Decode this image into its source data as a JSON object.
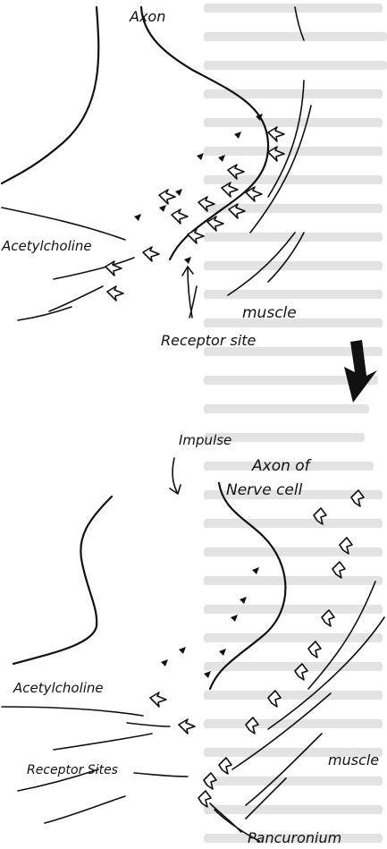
{
  "labels": {
    "axon_top": "Axon",
    "acetylcholine_top": "Acetylcholine",
    "muscle_top": "muscle",
    "receptor_site": "Receptor site",
    "impulse": "Impulse",
    "axon_of": "Axon of",
    "nerve_cell": "Nerve cell",
    "acetylcholine_bottom": "Acetylcholine",
    "muscle_bottom": "muscle",
    "receptor_sites": "Receptor Sites",
    "pancuronium": "Pancuronium"
  },
  "colors": {
    "ink": "#111111",
    "background_text": "#c9c9c9"
  }
}
